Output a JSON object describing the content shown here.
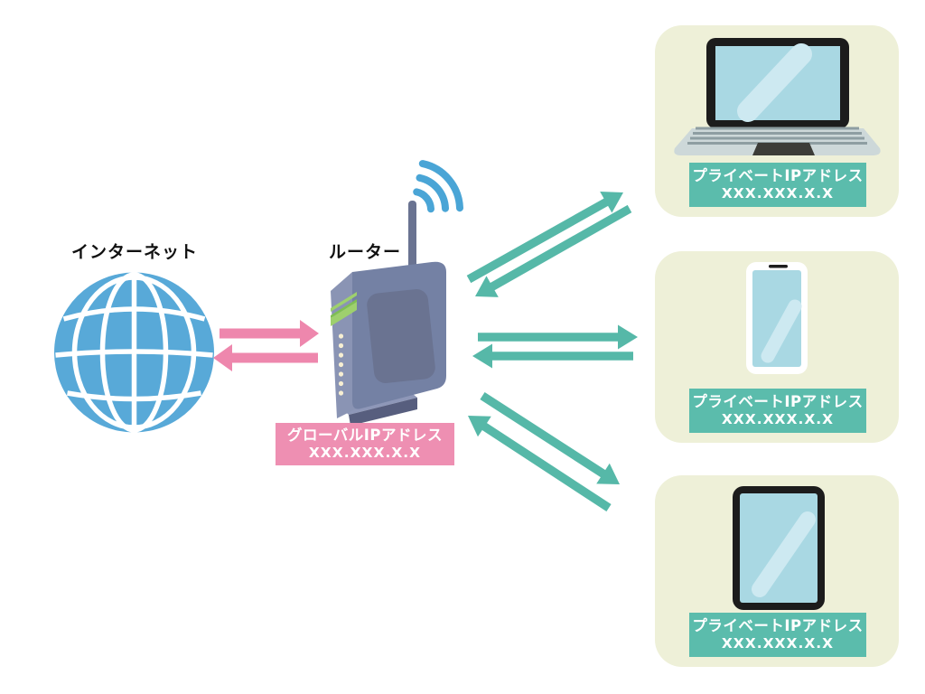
{
  "diagram": {
    "internet": {
      "label": "インターネット",
      "icon": "globe-icon"
    },
    "router": {
      "label": "ルーター",
      "icon": "router-icon",
      "global_ip": {
        "title": "グローバルIPアドレス",
        "value": "XXX.XXX.X.X"
      }
    },
    "devices": [
      {
        "icon": "laptop-icon",
        "ip_title": "プライベートIPアドレス",
        "ip_value": "XXX.XXX.X.X"
      },
      {
        "icon": "smartphone-icon",
        "ip_title": "プライベートIPアドレス",
        "ip_value": "XXX.XXX.X.X"
      },
      {
        "icon": "tablet-icon",
        "ip_title": "プライベートIPアドレス",
        "ip_value": "XXX.XXX.X.X"
      }
    ]
  },
  "colors": {
    "background": "#ffffff",
    "node_text": "#111111",
    "label_text": "#ffffff",
    "arrow_pink": "#ee87ad",
    "global_ip_bg": "#ee8fb2",
    "arrow_teal": "#56b8a8",
    "private_ip_bg": "#5bbcac",
    "device_card_bg": "#eef0d8",
    "globe_blue": "#58a9d8",
    "wifi_blue": "#4aa5d6",
    "router_body": "#7481a4",
    "router_side": "#8a94b4",
    "router_panel": "#6a7391",
    "router_base": "#575e7e",
    "router_base_top": "#8e97b8",
    "router_green": "#9ed06d",
    "router_green_dark": "#7fbf52",
    "router_led": "#f7efd2",
    "device_screen": "#a9d8e3",
    "screen_highlight": "#cde9f1",
    "device_frame": "#1c1c1c",
    "laptop_deck": "#cdd8d9",
    "laptop_keys": "#8e9ea2",
    "laptop_trackpad": "#3c3c38"
  }
}
